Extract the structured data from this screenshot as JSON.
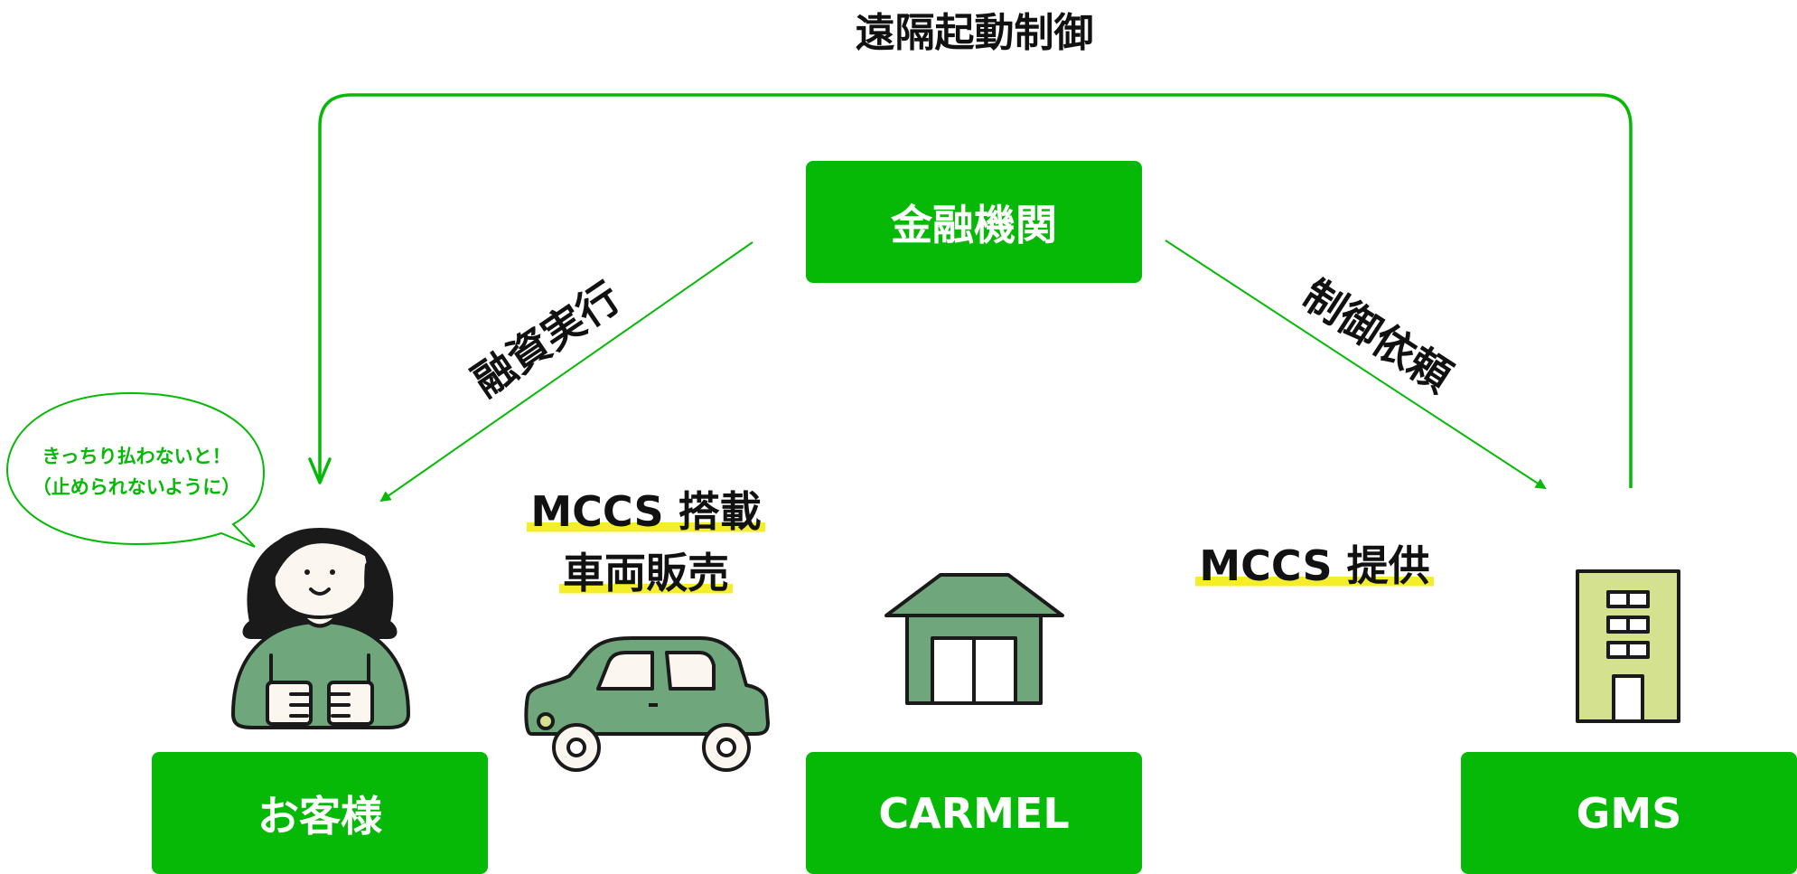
{
  "title": "遠隔起動制御",
  "nodes": {
    "bank": "金融機関",
    "customer": "お客様",
    "carmel": "CARMEL",
    "gms": "GMS"
  },
  "edges": {
    "loan": "融資実行",
    "control_request": "制御依頼"
  },
  "highlights": {
    "carmel_line1": "MCCS 搭載",
    "carmel_line2": "車両販売",
    "gms": "MCCS 提供"
  },
  "speech": {
    "line1": "きっちり払わないと！",
    "line2": "（止められないように）"
  },
  "colors": {
    "accent": "#07b907",
    "figure_green": "#6fa67c",
    "building_green": "#d4e28f",
    "highlight": "#f4ee2a"
  },
  "icons": [
    "person-icon",
    "car-icon",
    "dealer-shop-icon",
    "office-building-icon"
  ]
}
